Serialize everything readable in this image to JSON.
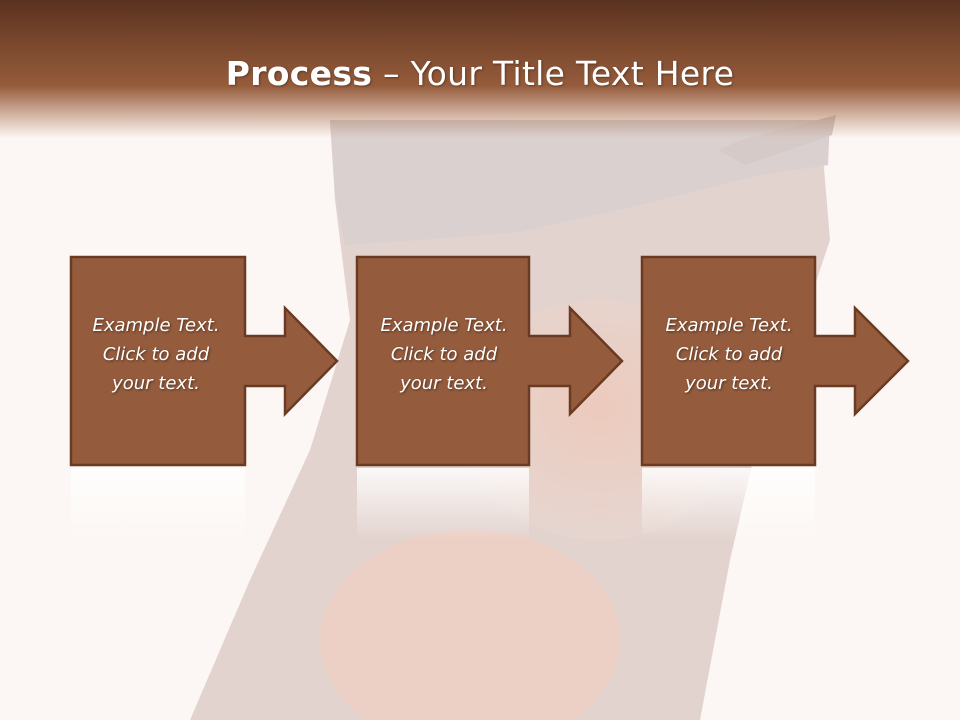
{
  "title": {
    "strong": "Process",
    "rest": " – Your Title Text Here"
  },
  "steps": [
    {
      "line1": "Example Text.",
      "line2": "Click  to add",
      "line3": "your text."
    },
    {
      "line1": "Example Text.",
      "line2": "Click  to add",
      "line3": "your text."
    },
    {
      "line1": "Example Text.",
      "line2": "Click  to add",
      "line3": "your text."
    }
  ],
  "colors": {
    "accent": "#955b3b",
    "box_fill": "#945b3c",
    "box_border": "#6a3b22",
    "header_top": "#5a3220",
    "background": "#fcf7f4"
  }
}
